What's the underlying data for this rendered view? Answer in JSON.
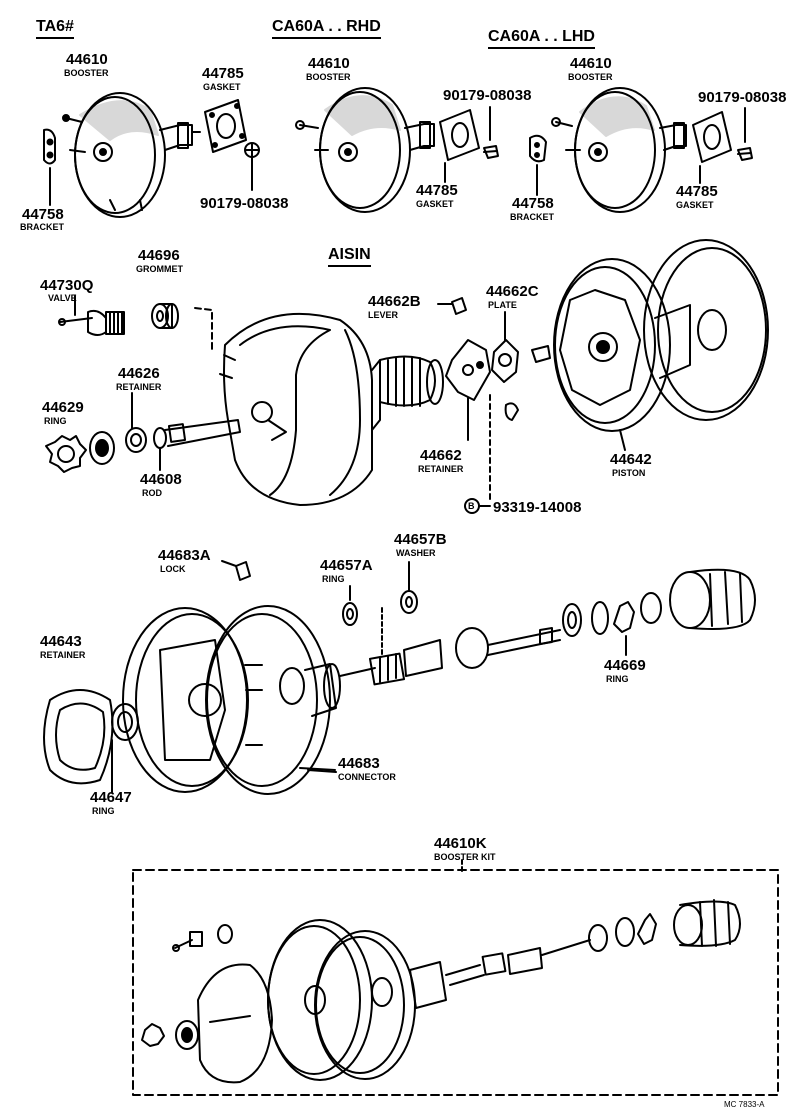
{
  "headers": {
    "ta6": "TA6#",
    "ca60a_rhd": "CA60A . . RHD",
    "ca60a_lhd": "CA60A . . LHD",
    "aisin": "AISIN"
  },
  "parts": {
    "booster_ta6": {
      "no": "44610",
      "name": "BOOSTER"
    },
    "gasket_ta6": {
      "no": "44785",
      "name": "GASKET"
    },
    "bracket_ta6": {
      "no": "44758",
      "name": "BRACKET"
    },
    "nut_ta6": {
      "no": "90179-08038"
    },
    "booster_rhd": {
      "no": "44610",
      "name": "BOOSTER"
    },
    "nut_rhd": {
      "no": "90179-08038"
    },
    "gasket_rhd": {
      "no": "44785",
      "name": "GASKET"
    },
    "booster_lhd": {
      "no": "44610",
      "name": "BOOSTER"
    },
    "nut_lhd": {
      "no": "90179-08038"
    },
    "bracket_lhd": {
      "no": "44758",
      "name": "BRACKET"
    },
    "gasket_lhd": {
      "no": "44785",
      "name": "GASKET"
    },
    "grommet": {
      "no": "44696",
      "name": "GROMMET"
    },
    "valve": {
      "no": "44730Q",
      "name": "VALVE"
    },
    "retainer_44626": {
      "no": "44626",
      "name": "RETAINER"
    },
    "ring_44629": {
      "no": "44629",
      "name": "RING"
    },
    "rod": {
      "no": "44608",
      "name": "ROD"
    },
    "lever": {
      "no": "44662B",
      "name": "LEVER"
    },
    "plate": {
      "no": "44662C",
      "name": "PLATE"
    },
    "retainer_44662": {
      "no": "44662",
      "name": "RETAINER"
    },
    "piston": {
      "no": "44642",
      "name": "PISTON"
    },
    "bolt_b": {
      "no": "93319-14008",
      "marker": "B"
    },
    "lock": {
      "no": "44683A",
      "name": "LOCK"
    },
    "ring_44657a": {
      "no": "44657A",
      "name": "RING"
    },
    "washer": {
      "no": "44657B",
      "name": "WASHER"
    },
    "retainer_44643": {
      "no": "44643",
      "name": "RETAINER"
    },
    "ring_44669": {
      "no": "44669",
      "name": "RING"
    },
    "connector": {
      "no": "44683",
      "name": "CONNECTOR"
    },
    "ring_44647": {
      "no": "44647",
      "name": "RING"
    },
    "kit": {
      "no": "44610K",
      "name": "BOOSTER KIT"
    }
  },
  "footer": "MC 7833-A"
}
